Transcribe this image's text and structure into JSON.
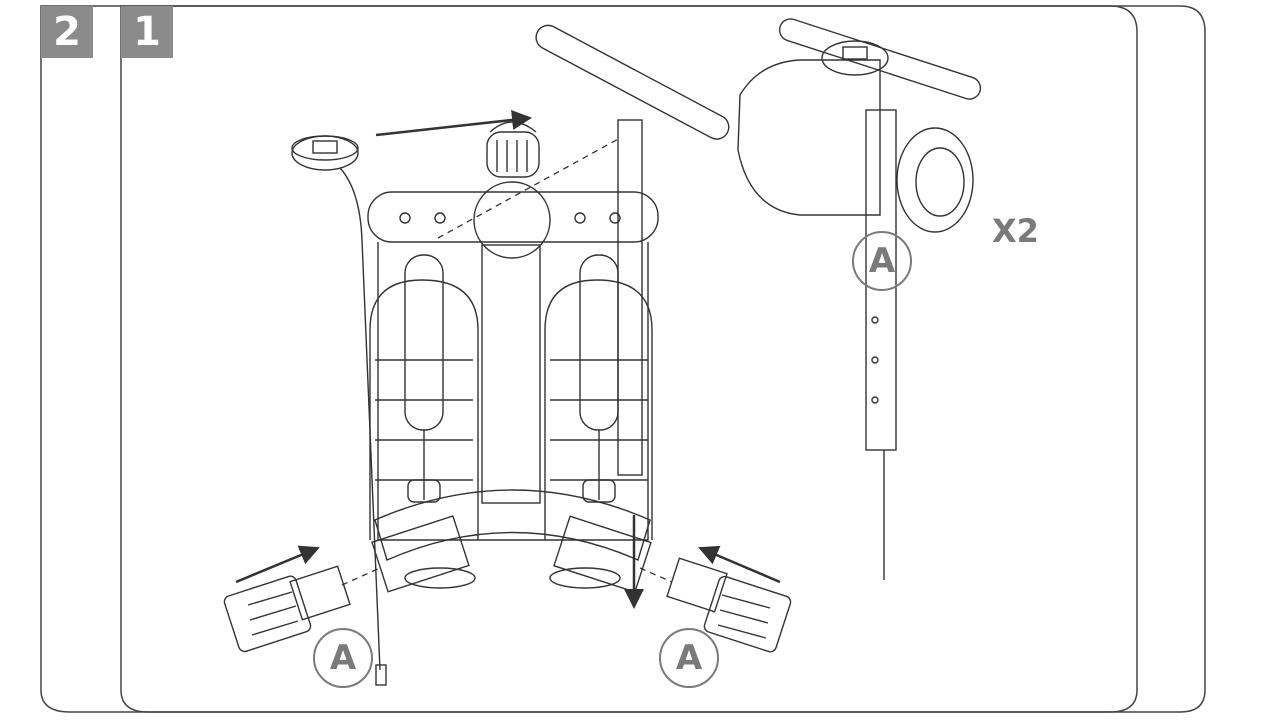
{
  "steps": {
    "step2": "2",
    "step1": "1"
  },
  "callouts": {
    "left": "A",
    "right": "A",
    "top": "A"
  },
  "quantity": "X2",
  "colors": {
    "line": "#333333",
    "badge": "#8a8a8a",
    "callout": "#7a7a7a",
    "background": "#ffffff"
  }
}
